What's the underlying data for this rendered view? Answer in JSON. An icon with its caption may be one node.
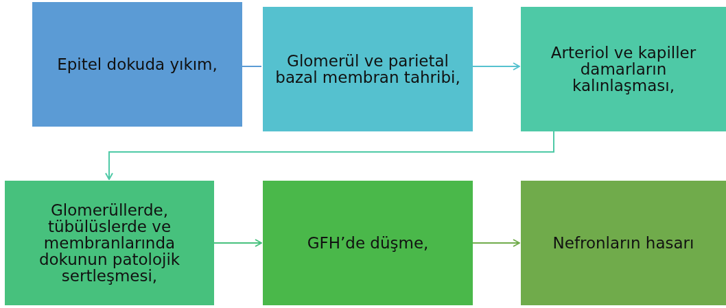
{
  "diagram": {
    "nodes": [
      {
        "text": [
          "Epitel dokuda yıkım,"
        ]
      },
      {
        "text": [
          "Glomerül ve parietal bazal membran tahribi,"
        ]
      },
      {
        "text": [
          "Arteriol ve kapiller damarların kalınlaşması,"
        ]
      },
      {
        "text": [
          "Glomerüllerde, tübülüslerde ve membranlarında dokunun patolojik sertleşmesi,"
        ]
      },
      {
        "text": [
          "GFH’de düşme,"
        ]
      },
      {
        "text": [
          "Nefronların hasarı"
        ]
      }
    ],
    "edges": [
      {
        "from": 0,
        "to": 1,
        "arrow": "none",
        "color": "#5b9bd5"
      },
      {
        "from": 1,
        "to": 2,
        "arrow": "to",
        "color": "#55c1cf"
      },
      {
        "from": 2,
        "to": 3,
        "arrow": "to",
        "color": "#4ec9a6"
      },
      {
        "from": 3,
        "to": 4,
        "arrow": "to",
        "color": "#47c17d"
      },
      {
        "from": 4,
        "to": 5,
        "arrow": "to",
        "color": "#70ab4b"
      }
    ]
  }
}
